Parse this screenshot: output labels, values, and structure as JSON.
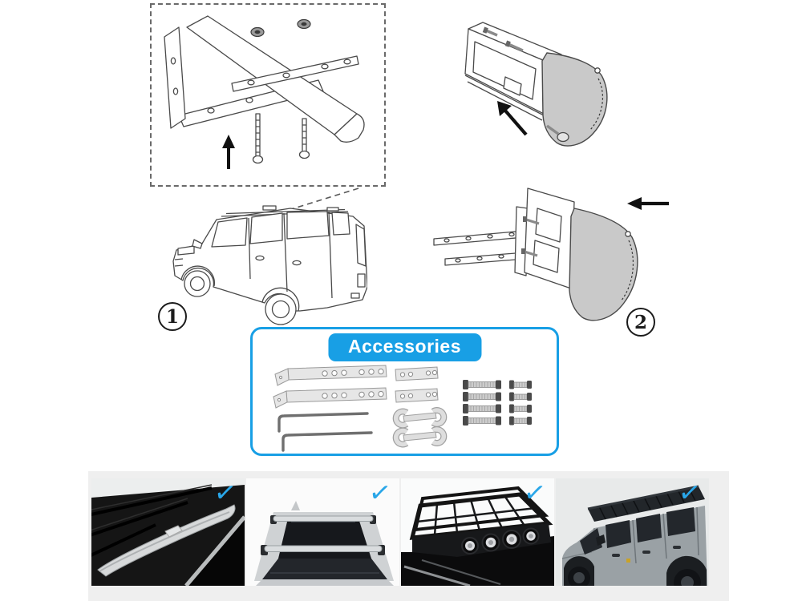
{
  "accessories": {
    "title": "Accessories"
  },
  "steps": [
    {
      "label": "1"
    },
    {
      "label": "2"
    }
  ],
  "icons": {
    "check": "✓"
  },
  "photos": [
    {
      "name": "silver-side-rail-photo",
      "check": "✓"
    },
    {
      "name": "aero-crossbars-photo",
      "check": "✓"
    },
    {
      "name": "basket-rack-lights-photo",
      "check": "✓"
    },
    {
      "name": "flat-platform-rack-photo",
      "check": "✓"
    }
  ],
  "colors": {
    "accent_blue": "#189fe5",
    "check_blue": "#29a6e8",
    "diagram_line": "#4a4a4a",
    "endcap_gray": "#c9c9c9",
    "strip_background": "#efefef"
  }
}
